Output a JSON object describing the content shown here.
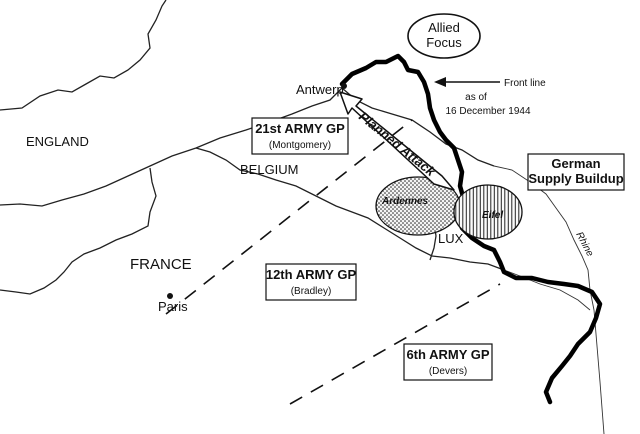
{
  "labels": {
    "england": "ENGLAND",
    "france": "FRANCE",
    "belgium": "BELGIUM",
    "lux": "LUX",
    "antwerp": "Antwerp",
    "paris": "Paris",
    "ardennes": "Ardennes",
    "eifel": "Eifel",
    "rhine": "Rhine",
    "planned_attack": "Planned Attack"
  },
  "allied_focus": {
    "line1": "Allied",
    "line2": "Focus"
  },
  "front_line": {
    "line1": "Front line",
    "line2": "as of",
    "line3": "16 December 1944"
  },
  "german_buildup": {
    "line1": "German",
    "line2": "Supply Buildup"
  },
  "army_groups": [
    {
      "name": "21st ARMY GP",
      "commander": "(Montgomery)"
    },
    {
      "name": "12th ARMY GP",
      "commander": "(Bradley)"
    },
    {
      "name": "6th ARMY GP",
      "commander": "(Devers)"
    }
  ]
}
